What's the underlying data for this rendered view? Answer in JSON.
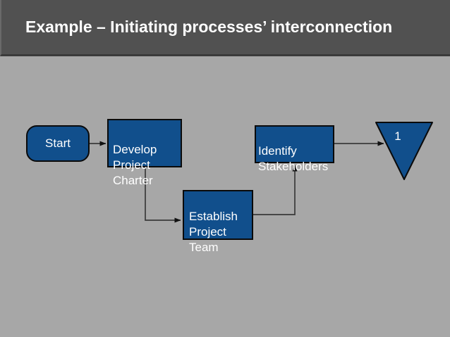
{
  "slide": {
    "title": "Example – Initiating processes’ interconnection"
  },
  "diagram": {
    "nodes": {
      "start": {
        "label": "Start",
        "shape": "rounded-rectangle"
      },
      "develop_charter": {
        "label": "Develop\nProject\nCharter",
        "shape": "rectangle"
      },
      "establish_team": {
        "label": "Establish\nProject\nTeam",
        "shape": "rectangle"
      },
      "identify_stakeholders": {
        "label": "Identify\nStakeholders",
        "shape": "rectangle"
      },
      "offpage_connector": {
        "label": "1",
        "shape": "inverted-triangle"
      }
    },
    "edges": [
      {
        "from": "start",
        "to": "develop_charter"
      },
      {
        "from": "develop_charter",
        "to": "establish_team"
      },
      {
        "from": "establish_team",
        "to": "identify_stakeholders"
      },
      {
        "from": "identify_stakeholders",
        "to": "offpage_connector"
      }
    ]
  },
  "colors": {
    "background": "#a7a7a7",
    "header_background": "#515151",
    "header_edge": "#3a3a3a",
    "node_fill": "#114f8c",
    "node_border": "#0a0a0a",
    "connector_line": "#3a3a3a",
    "arrowhead": "#111111",
    "text": "#ffffff"
  }
}
